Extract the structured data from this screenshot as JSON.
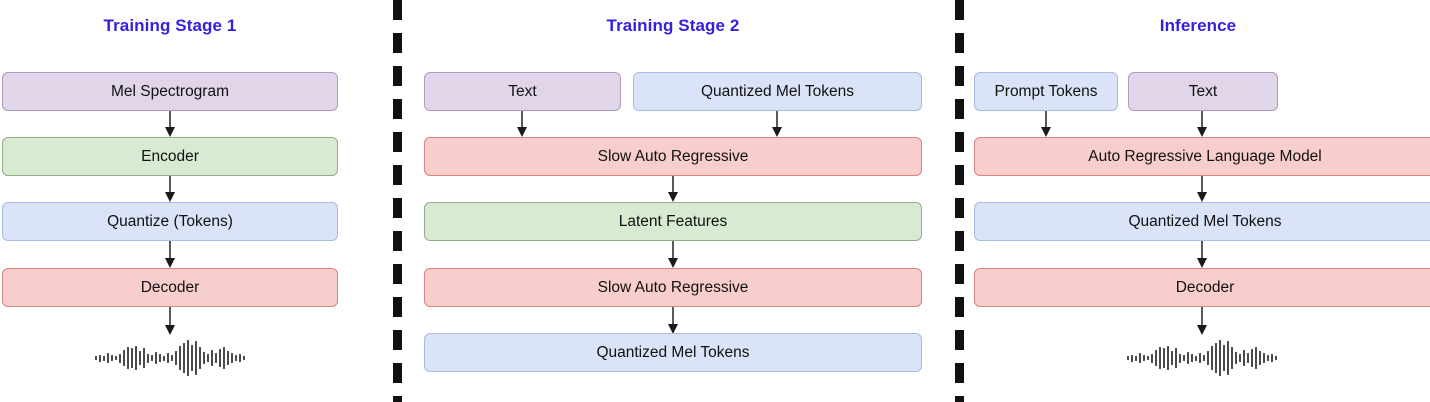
{
  "figure": {
    "background": "#ffffff",
    "title_color": "#3421e0",
    "palette": {
      "purple_fill": "#e1d5ea",
      "purple_border": "#b09bc0",
      "green_fill": "#d9ead3",
      "green_border": "#93ad85",
      "blue_fill": "#dae3f8",
      "blue_border": "#a9bbe3",
      "red_fill": "#f8cecc",
      "red_border": "#d98480",
      "arrow_color": "#5a5a5a",
      "divider_color": "#111111"
    }
  },
  "columns": [
    {
      "id": "training-stage-1",
      "title": "Training Stage 1",
      "nodes": [
        {
          "id": "mel-spectrogram",
          "label": "Mel Spectrogram",
          "color": "purple"
        },
        {
          "id": "encoder",
          "label": "Encoder",
          "color": "green"
        },
        {
          "id": "quantize-tokens",
          "label": "Quantize (Tokens)",
          "color": "blue"
        },
        {
          "id": "decoder",
          "label": "Decoder",
          "color": "red"
        }
      ],
      "output": "audio-waveform"
    },
    {
      "id": "training-stage-2",
      "title": "Training Stage 2",
      "nodes": [
        {
          "id": "text",
          "label": "Text",
          "color": "purple"
        },
        {
          "id": "quantized-mel-tokens-in",
          "label": "Quantized Mel Tokens",
          "color": "blue"
        },
        {
          "id": "slow-auto-regressive-1",
          "label": "Slow Auto Regressive",
          "color": "red"
        },
        {
          "id": "latent-features",
          "label": "Latent Features",
          "color": "green"
        },
        {
          "id": "slow-auto-regressive-2",
          "label": "Slow Auto Regressive",
          "color": "red"
        },
        {
          "id": "quantized-mel-tokens-out",
          "label": "Quantized Mel Tokens",
          "color": "blue"
        }
      ],
      "output": null
    },
    {
      "id": "inference",
      "title": "Inference",
      "nodes": [
        {
          "id": "prompt-tokens",
          "label": "Prompt Tokens",
          "color": "blue"
        },
        {
          "id": "text",
          "label": "Text",
          "color": "purple"
        },
        {
          "id": "auto-regressive-lm",
          "label": "Auto Regressive Language Model",
          "color": "red"
        },
        {
          "id": "quantized-mel-tokens",
          "label": "Quantized Mel Tokens",
          "color": "blue"
        },
        {
          "id": "decoder",
          "label": "Decoder",
          "color": "red"
        }
      ],
      "output": "audio-waveform"
    }
  ],
  "waveform_bars": [
    4,
    7,
    5,
    10,
    6,
    4,
    9,
    16,
    22,
    20,
    24,
    14,
    20,
    9,
    6,
    12,
    8,
    5,
    10,
    6,
    14,
    24,
    30,
    36,
    26,
    34,
    22,
    12,
    8,
    16,
    10,
    18,
    22,
    14,
    10,
    6,
    8,
    4
  ]
}
